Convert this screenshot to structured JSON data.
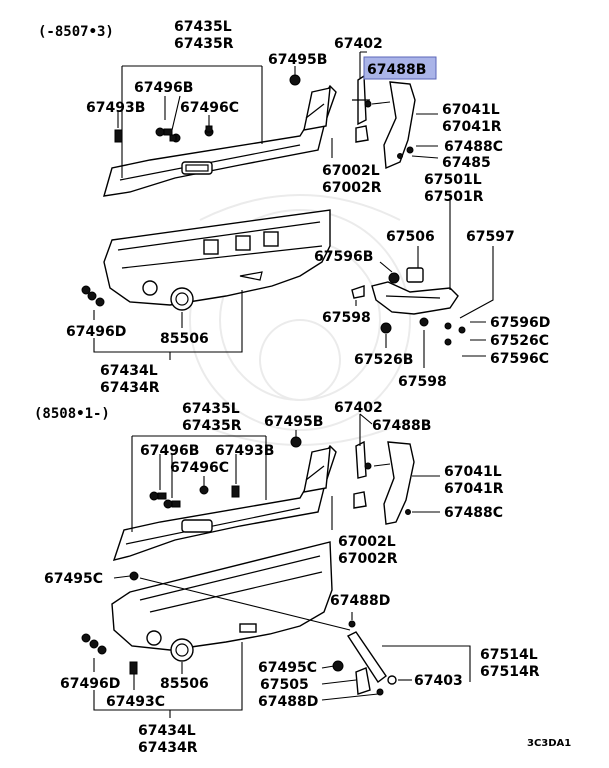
{
  "header": {
    "range_top": "(-8507•3)",
    "range_bottom": "(8508•1-)"
  },
  "highlight": {
    "part": "67488B",
    "color": "#aab4e8"
  },
  "top": {
    "trim_l": "67435L",
    "trim_r": "67435R",
    "clip_b": "67496B",
    "clip_c": "67496C",
    "screw_b": "67493B",
    "grom_b": "67495B",
    "lamp": "67402",
    "bracket_b": "67488B",
    "cover_l": "67041L",
    "cover_r": "67041R",
    "bolt_c": "67488C",
    "pin": "67485",
    "bezel_l": "67002L",
    "bezel_r": "67002R",
    "pull_l": "67501L",
    "pull_r": "67501R",
    "cap_a": "67506",
    "cap_b": "67597",
    "nut_b": "67596B",
    "spacer": "67598",
    "nut_d": "67596D",
    "nut_c": "67526C",
    "nut_c2": "67596C",
    "nut_b2": "67526B",
    "spacer2": "67598",
    "clip_d": "67496D",
    "knob": "85506",
    "panel_l": "67434L",
    "panel_r": "67434R"
  },
  "bottom": {
    "trim_l": "67435L",
    "trim_r": "67435R",
    "clip_b": "67496B",
    "screw_b": "67493B",
    "clip_c": "67496C",
    "grom_b": "67495B",
    "lamp": "67402",
    "bracket_b": "67488B",
    "cover_l": "67041L",
    "cover_r": "67041R",
    "bolt_c": "67488C",
    "bezel_l": "67002L",
    "bezel_r": "67002R",
    "grom_c": "67495C",
    "bolt_d": "67488D",
    "arm_l": "67514L",
    "arm_r": "67514R",
    "grom_c2": "67495C",
    "nut_505": "67505",
    "nut_403": "67403",
    "bolt_d2": "67488D",
    "clip_d": "67496D",
    "knob": "85506",
    "screw_c": "67493C",
    "panel_l": "67434L",
    "panel_r": "67434R"
  },
  "diagram_code": "3C3DA1"
}
